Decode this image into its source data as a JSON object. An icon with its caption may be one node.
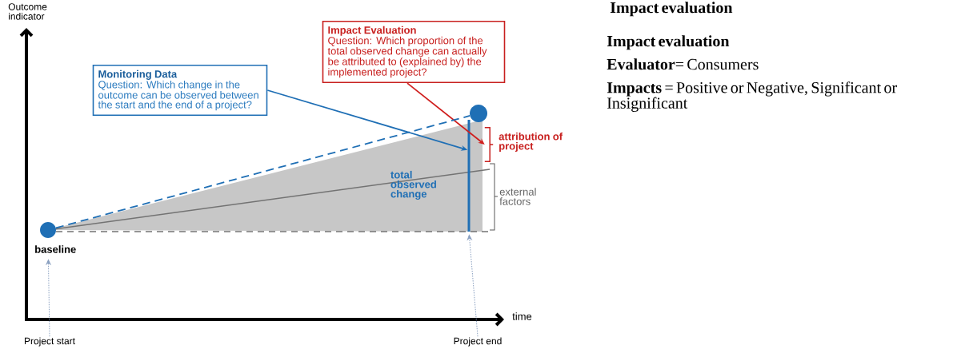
{
  "diagram": {
    "nodes": [
      {
        "text": [
          "Monitoring Data",
          "Question: Which change in the outcome can be observed between the start and the end of a project?"
        ]
      },
      {
        "text": [
          "Impact Evaluation",
          "Question: Which proportion of the total observed change can actually be attributed to (explained by) the implemented project?"
        ]
      },
      {
        "text": [],
        "shape": "bar",
        "beside": [
          "total observed change"
        ]
      },
      {
        "text": [],
        "shape": "bracket",
        "beside": [
          "attribution of project"
        ]
      },
      {
        "text": [],
        "shape": "circle",
        "beside": [
          "baseline"
        ]
      },
      {
        "text": [],
        "shape": "circle"
      },
      {
        "text": [
          "Project start"
        ]
      },
      {
        "text": [
          "Project end"
        ]
      }
    ],
    "edges": [
      {
        "from": 0,
        "to": 2,
        "arrow": "to",
        "color": "#1f6fb5"
      },
      {
        "from": 1,
        "to": 3,
        "arrow": "to",
        "color": "#d0201f"
      },
      {
        "from": 6,
        "to": 4,
        "arrow": "to",
        "style": "dashed",
        "color": "#8aa0c0"
      },
      {
        "from": 7,
        "to": 2,
        "arrow": "to",
        "style": "dashed",
        "color": "#8aa0c0"
      },
      {
        "from": 4,
        "to": 5,
        "arrow": "none",
        "style": "dashed",
        "color": "#1f6fb5"
      }
    ],
    "labels": [
      "Outcome indicator",
      "time",
      "external factors",
      "Impact evaluation",
      "Impact evaluation",
      "**Evaluator**= Consumers",
      "**Impacts** = Positive or Negative, Significant or Insignificant"
    ]
  }
}
